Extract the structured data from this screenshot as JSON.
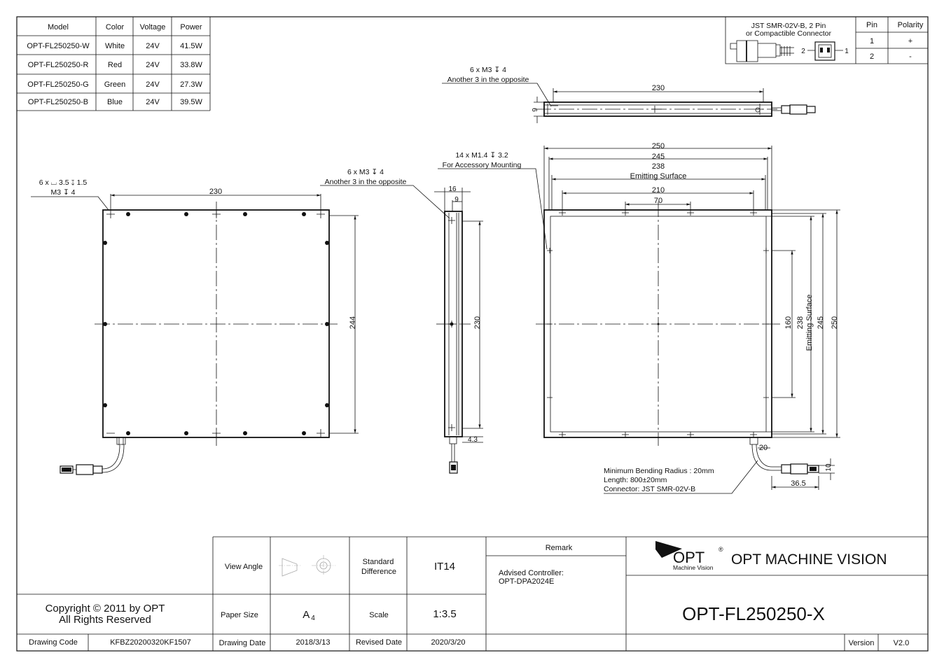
{
  "spec_table": {
    "headers": [
      "Model",
      "Color",
      "Voltage",
      "Power"
    ],
    "rows": [
      [
        "OPT-FL250250-W",
        "White",
        "24V",
        "41.5W"
      ],
      [
        "OPT-FL250250-R",
        "Red",
        "24V",
        "33.8W"
      ],
      [
        "OPT-FL250250-G",
        "Green",
        "24V",
        "27.3W"
      ],
      [
        "OPT-FL250250-B",
        "Blue",
        "24V",
        "39.5W"
      ]
    ]
  },
  "connector": {
    "title_line1": "JST SMR-02V-B, 2 Pin",
    "title_line2": "or Compactible Connector",
    "pin_label_left": "2",
    "pin_label_right": "1",
    "headers": [
      "Pin",
      "Polarity"
    ],
    "rows": [
      [
        "1",
        "+"
      ],
      [
        "2",
        "-"
      ]
    ]
  },
  "top_view": {
    "callout_line1": "6 x M3 ↧ 4",
    "callout_line2": "Another 3 in the opposite",
    "dim_length": "230",
    "dim_height": "9"
  },
  "front_view": {
    "callout_line1": "6 x ⌴ 3.5 ↧ 1.5",
    "callout_line2": "M3 ↧ 4",
    "dim_width": "230",
    "dim_height": "244"
  },
  "side_view": {
    "callout_line1": "6 x M3 ↧ 4",
    "callout_line2": "Another 3 in the opposite",
    "dim_total": "16",
    "dim_inner": "9",
    "dim_height": "230",
    "dim_bottom": "4.3"
  },
  "back_view": {
    "callout_line1": "14 x M1.4 ↧ 3.2",
    "callout_line2": "For Accessory Mounting",
    "dim_250": "250",
    "dim_245": "245",
    "dim_238": "238",
    "emitting_surface": "Emitting Surface",
    "dim_210": "210",
    "dim_70": "70",
    "dim_v160": "160",
    "dim_v238": "238",
    "dim_v245": "245",
    "dim_v250": "250",
    "dim_20": "20",
    "dim_10": "10",
    "dim_36_5": "36.5",
    "cable_note1": "Minimum Bending Radius : 20mm",
    "cable_note2": "Length: 800±20mm",
    "cable_note3": "Connector: JST SMR-02V-B"
  },
  "title_block": {
    "copyright_line1": "Copyright © 2011 by OPT",
    "copyright_line2": "All Rights Reserved",
    "drawing_code_label": "Drawing Code",
    "drawing_code": "KFBZ20200320KF1507",
    "view_angle_label": "View Angle",
    "standard_difference_line1": "Standard",
    "standard_difference_line2": "Difference",
    "standard_difference": "IT14",
    "paper_size_label": "Paper Size",
    "paper_size": "A",
    "paper_size_sub": "4",
    "scale_label": "Scale",
    "scale": "1:3.5",
    "drawing_date_label": "Drawing Date",
    "drawing_date": "2018/3/13",
    "revised_date_label": "Revised Date",
    "revised_date": "2020/3/20",
    "remark_label": "Remark",
    "remark_line1": "Advised Controller:",
    "remark_line2": "OPT-DPA2024E",
    "logo_text": "OPT",
    "logo_reg": "®",
    "logo_sub": "Machine Vision",
    "company": "OPT MACHINE VISION",
    "part_number": "OPT-FL250250-X",
    "version_label": "Version",
    "version": "V2.0"
  }
}
